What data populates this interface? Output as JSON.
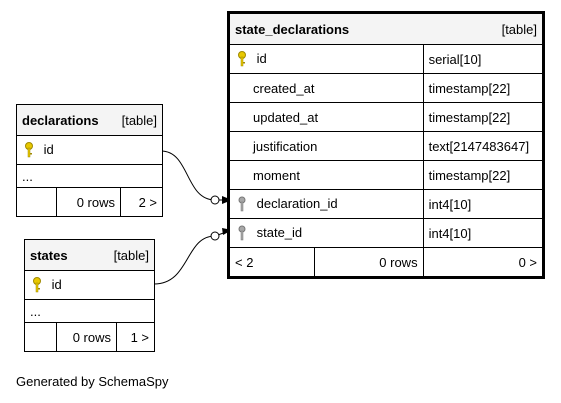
{
  "state_declarations": {
    "name": "state_declarations",
    "kind": "[table]",
    "columns": [
      {
        "name": "id",
        "type": "serial[10]",
        "icon": "primary-key-icon"
      },
      {
        "name": "created_at",
        "type": "timestamp[22]",
        "icon": ""
      },
      {
        "name": "updated_at",
        "type": "timestamp[22]",
        "icon": ""
      },
      {
        "name": "justification",
        "type": "text[2147483647]",
        "icon": ""
      },
      {
        "name": "moment",
        "type": "timestamp[22]",
        "icon": ""
      },
      {
        "name": "declaration_id",
        "type": "int4[10]",
        "icon": "foreign-key-icon"
      },
      {
        "name": "state_id",
        "type": "int4[10]",
        "icon": "foreign-key-icon"
      }
    ],
    "footer": {
      "parents": "< 2",
      "rows": "0 rows",
      "children": "0 >"
    }
  },
  "declarations": {
    "name": "declarations",
    "kind": "[table]",
    "column": "id",
    "more": "...",
    "footer": {
      "rows": "0 rows",
      "children": "2 >"
    }
  },
  "states": {
    "name": "states",
    "kind": "[table]",
    "column": "id",
    "more": "...",
    "footer": {
      "rows": "0 rows",
      "children": "1 >"
    }
  },
  "caption": "Generated by SchemaSpy",
  "colors": {
    "primary_key": "#e8c800",
    "foreign_key": "#a8a8a8",
    "header_bg": "#f4f4f4"
  }
}
